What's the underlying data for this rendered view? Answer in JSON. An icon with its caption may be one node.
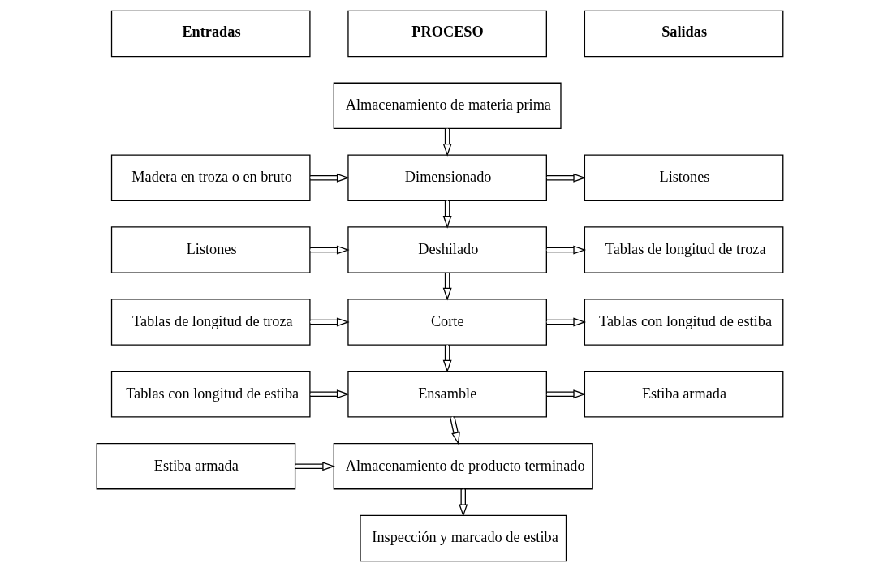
{
  "diagram": {
    "nodes": [
      {
        "text": [
          "Entradas"
        ]
      },
      {
        "text": [
          "PROCESO"
        ]
      },
      {
        "text": [
          "Salidas"
        ]
      },
      {
        "text": [
          "Almacenamiento de materia prima"
        ]
      },
      {
        "text": [
          "Madera en troza o en bruto"
        ]
      },
      {
        "text": [
          "Dimensionado"
        ]
      },
      {
        "text": [
          "Listones"
        ]
      },
      {
        "text": [
          "Listones"
        ]
      },
      {
        "text": [
          "Deshilado"
        ]
      },
      {
        "text": [
          "Tablas de longitud de troza"
        ]
      },
      {
        "text": [
          "Tablas de longitud de troza"
        ]
      },
      {
        "text": [
          "Corte"
        ]
      },
      {
        "text": [
          "Tablas con longitud de estiba"
        ]
      },
      {
        "text": [
          "Tablas con longitud de estiba"
        ]
      },
      {
        "text": [
          "Ensamble"
        ]
      },
      {
        "text": [
          "Estiba armada"
        ]
      },
      {
        "text": [
          "Estiba armada"
        ]
      },
      {
        "text": [
          "Almacenamiento de producto terminado"
        ]
      },
      {
        "text": [
          "Inspección y marcado de estiba"
        ]
      }
    ],
    "edges": [
      {
        "from": 3,
        "to": 5,
        "arrow": "to"
      },
      {
        "from": 4,
        "to": 5,
        "arrow": "to"
      },
      {
        "from": 5,
        "to": 6,
        "arrow": "to"
      },
      {
        "from": 5,
        "to": 8,
        "arrow": "to"
      },
      {
        "from": 7,
        "to": 8,
        "arrow": "to"
      },
      {
        "from": 8,
        "to": 9,
        "arrow": "to"
      },
      {
        "from": 8,
        "to": 11,
        "arrow": "to"
      },
      {
        "from": 10,
        "to": 11,
        "arrow": "to"
      },
      {
        "from": 11,
        "to": 12,
        "arrow": "to"
      },
      {
        "from": 11,
        "to": 14,
        "arrow": "to"
      },
      {
        "from": 13,
        "to": 14,
        "arrow": "to"
      },
      {
        "from": 14,
        "to": 15,
        "arrow": "to"
      },
      {
        "from": 14,
        "to": 17,
        "arrow": "to"
      },
      {
        "from": 16,
        "to": 17,
        "arrow": "to"
      },
      {
        "from": 17,
        "to": 18,
        "arrow": "to"
      }
    ]
  }
}
